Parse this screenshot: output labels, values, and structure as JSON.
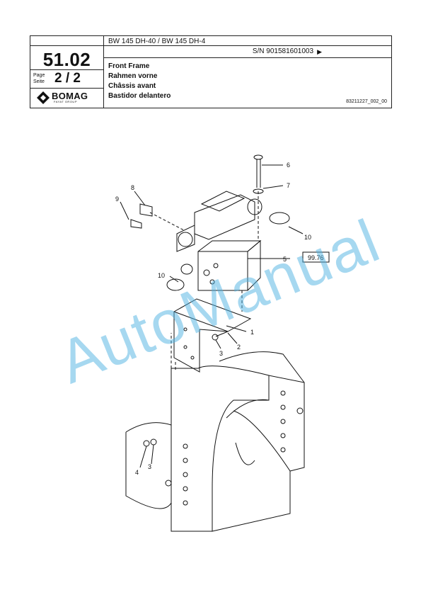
{
  "header": {
    "section_number": "51.02",
    "page_label_en": "Page",
    "page_label_de": "Seite",
    "page_value": "2 / 2",
    "model": "BW 145 DH-40 / BW 145 DH-4",
    "serial": "S/N 901581601003",
    "serial_arrow": "▶",
    "title_en": "Front Frame",
    "title_de": "Rahmen vorne",
    "title_fr": "Châssis avant",
    "title_es": "Bastidor delantero",
    "document_number": "83211227_002_00",
    "logo_text": "BOMAG",
    "logo_sub": "FAYAT GROUP"
  },
  "callouts": {
    "c1": "1",
    "c2": "2",
    "c3a": "3",
    "c3b": "3",
    "c4": "4",
    "c5": "5",
    "c6": "6",
    "c7": "7",
    "c8": "8",
    "c9": "9",
    "c10a": "10",
    "c10b": "10",
    "ref_box": "99.76"
  },
  "watermark": "AutoManual",
  "colors": {
    "watermark": "#4fb3e3",
    "line": "#111111"
  }
}
